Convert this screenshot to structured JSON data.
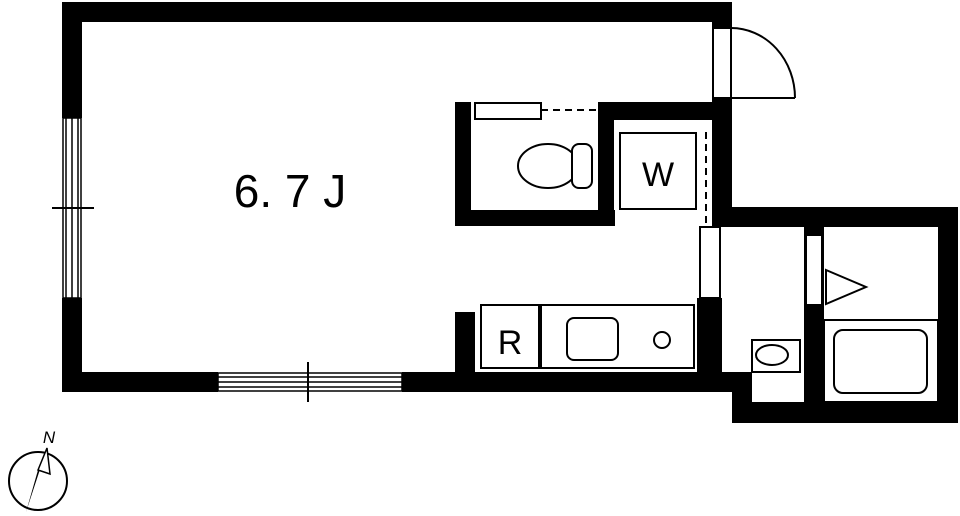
{
  "room": {
    "area_label": "6. 7 J"
  },
  "fixtures": {
    "refrigerator_label": "R",
    "washer_label": "W"
  },
  "compass": {
    "north_label": "N"
  },
  "colors": {
    "wall": "#000000",
    "background": "#ffffff"
  }
}
